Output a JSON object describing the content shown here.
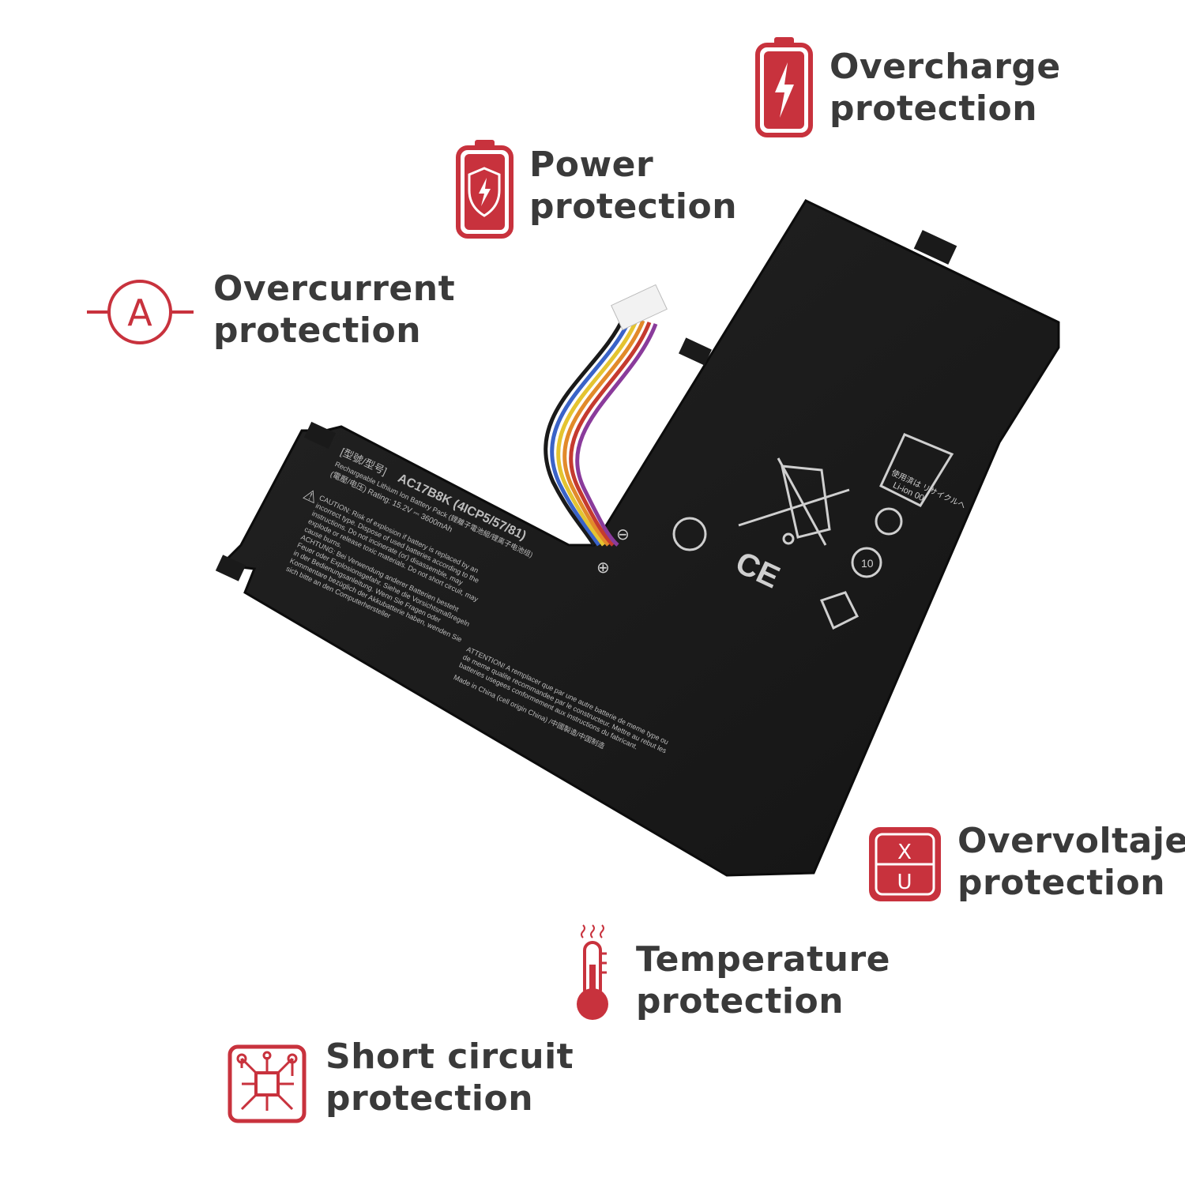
{
  "features": {
    "overcharge": {
      "line1": "Overcharge",
      "line2": "protection"
    },
    "power": {
      "line1": "Power",
      "line2": "protection"
    },
    "overcurrent": {
      "line1": "Overcurrent",
      "line2": "protection",
      "icon_letter": "A"
    },
    "overvoltage": {
      "line1": "Overvoltaje",
      "line2": "protection",
      "icon_top": "X",
      "icon_bottom": "U"
    },
    "temperature": {
      "line1": "Temperature",
      "line2": "protection"
    },
    "short_circuit": {
      "line1": "Short circuit",
      "line2": "protection"
    }
  },
  "battery": {
    "model_prefix": "[型號/型号]",
    "model": "AC17B8K (4ICP5/57/81)",
    "type_line": "Rechargeable Lithium Ion Battery Pack (鋰離子電池組/锂离子电池组)",
    "rating": "(電壓/电压) Rating: 15.2V ⎓ 3600mAh",
    "caution": "CAUTION: Risk of explosion if battery is replaced by an incorrect type. Dispose of used batteries according to the instructions. Do not incinerate (or) disassemble, may explode or release toxic materials. Do not short circuit, may cause burns.",
    "achtung": "ACHTUNG: Bei Verwendung anderer Batterien besteht Feuer oder Explosionsgefahr. Siehe die Vorsichtsmaßregeln in der Bedienungsanleitung. Wenn Sie Fragen oder Kommentare bezüglich der Akkubatterie haben, wenden Sie sich bitte an den Computerhersteller",
    "attention": "ATTENTION! A remplacer que par une autre batterie de meme type ou de meme qualite recommandee par le constructeur. Mettre au rebut les batteries usegees conformement aux instructions du fabricant.",
    "made_in": "Made in China (cell origin China) /中國製造/中国制造",
    "recycle_text": "使用済は リサイクルへ",
    "li_ion": "Li-ion 00",
    "ce": "CE",
    "ten": "10",
    "minus": "⊖",
    "plus": "⊕"
  },
  "colors": {
    "accent": "#c8323d",
    "text": "#3a3a3a",
    "battery": "#1c1c1c"
  }
}
